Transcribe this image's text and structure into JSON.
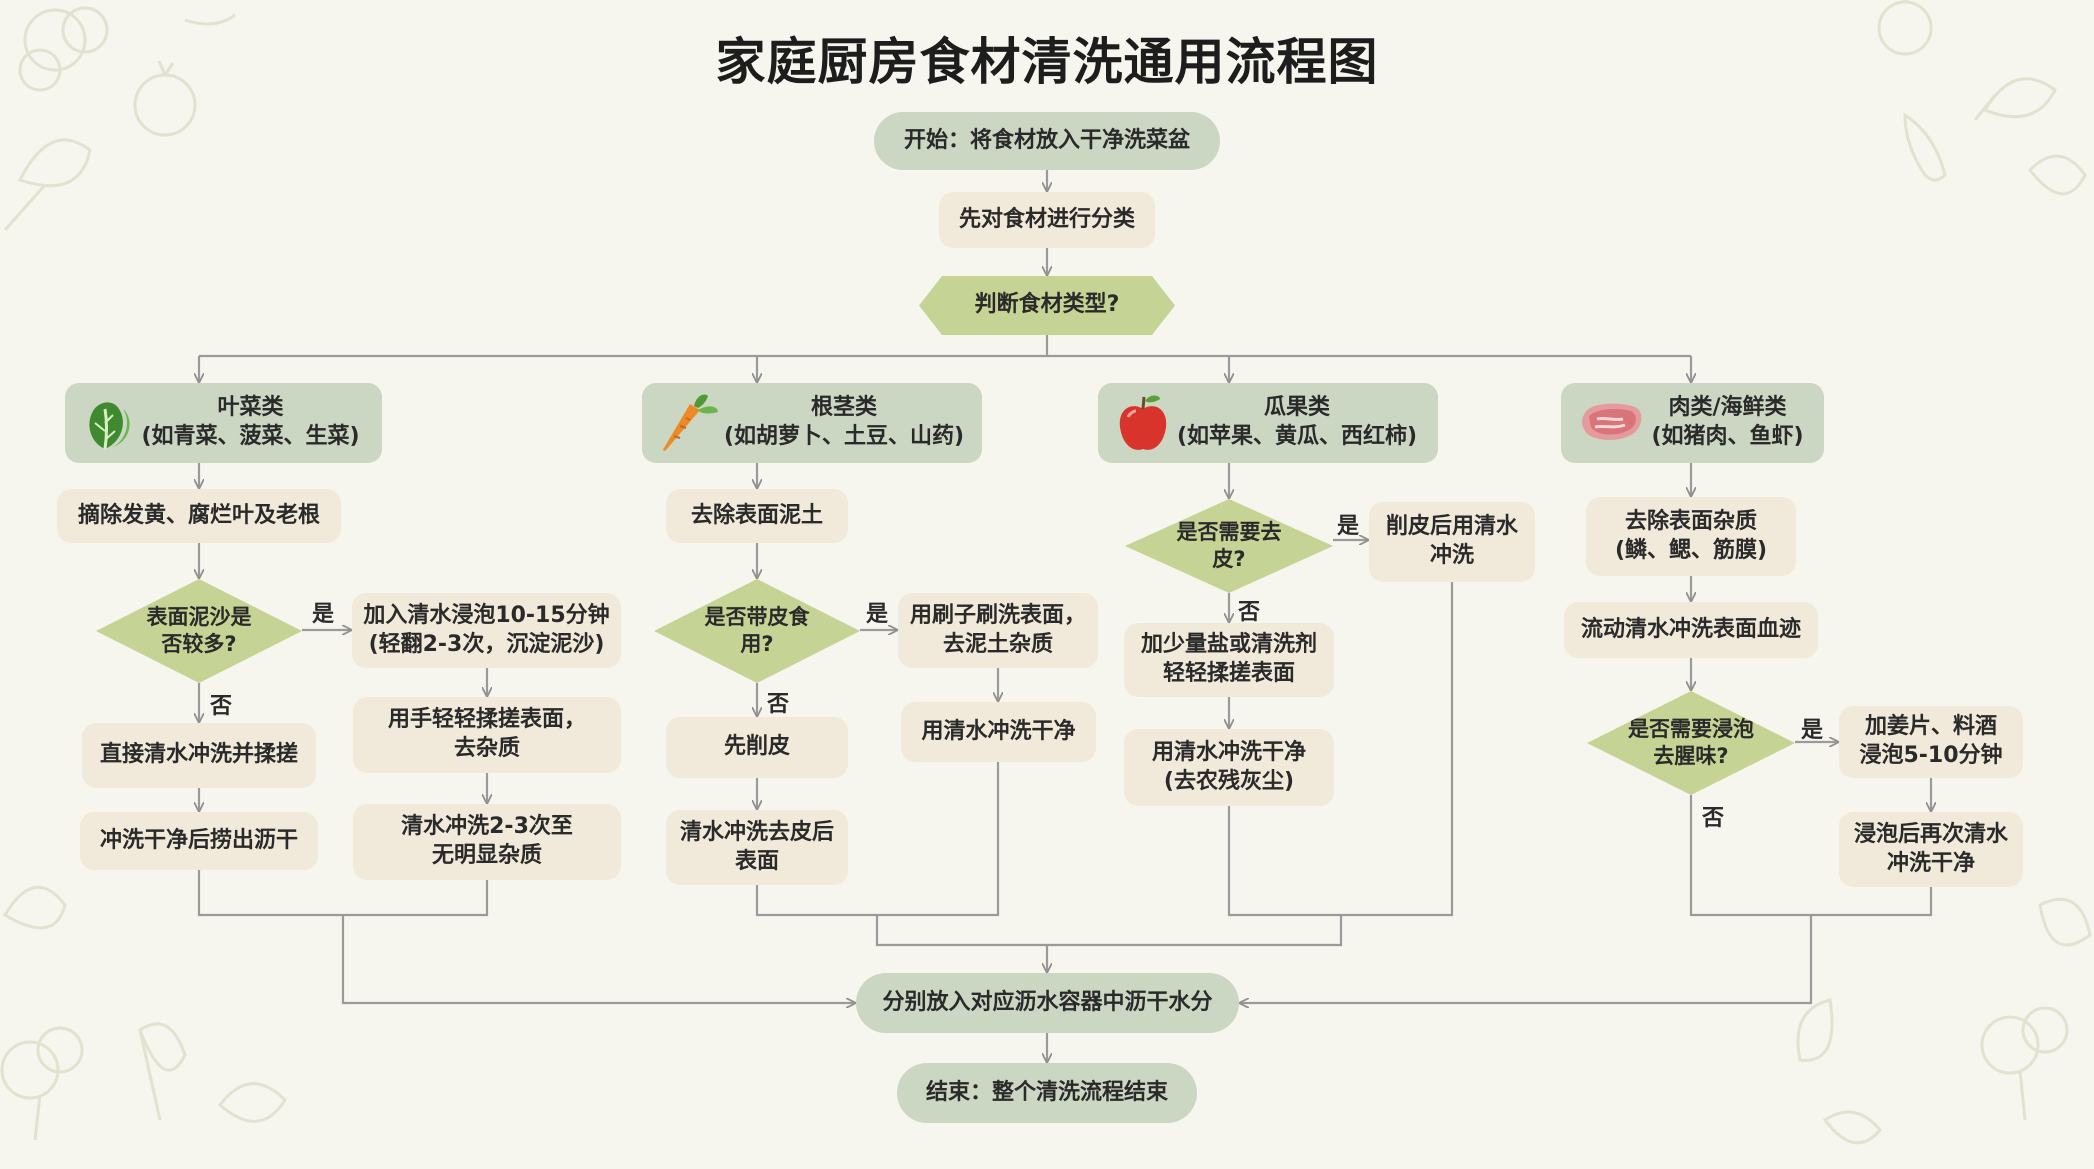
{
  "title": "家庭厨房食材清洗通用流程图",
  "colors": {
    "background": "#f7f6ee",
    "pill": "#cbd6c3",
    "box": "#f1eadb",
    "decision": "#c5d394",
    "connector": "#9a9a9a"
  },
  "flow": {
    "start": "开始：将食材放入干净洗菜盆",
    "classify": "先对食材进行分类",
    "judge": "判断食材类型?",
    "collect": "分别放入对应沥水容器中沥干水分",
    "end": "结束：整个清洗流程结束"
  },
  "branches": {
    "leafy": {
      "category": "叶菜类\n(如青菜、菠菜、生菜)",
      "icon": "leafy-greens-icon",
      "step1": "摘除发黄、腐烂叶及老根",
      "question": "表面泥沙是\n否较多?",
      "yes_1": "加入清水浸泡10-15分钟\n(轻翻2-3次，沉淀泥沙)",
      "yes_2": "用手轻轻揉搓表面，\n去杂质",
      "yes_3": "清水冲洗2-3次至\n无明显杂质",
      "no_1": "直接清水冲洗并揉搓",
      "no_2": "冲洗干净后捞出沥干"
    },
    "root": {
      "category": "根茎类\n(如胡萝卜、土豆、山药)",
      "icon": "carrot-icon",
      "step1": "去除表面泥土",
      "question": "是否带皮食\n用?",
      "yes_1": "用刷子刷洗表面，\n去泥土杂质",
      "yes_2": "用清水冲洗干净",
      "no_1": "先削皮",
      "no_2": "清水冲洗去皮后\n表面"
    },
    "fruit": {
      "category": "瓜果类\n(如苹果、黄瓜、西红柿)",
      "icon": "apple-icon",
      "question": "是否需要去\n皮?",
      "yes_1": "削皮后用清水\n冲洗",
      "no_1": "加少量盐或清洗剂\n轻轻揉搓表面",
      "no_2": "用清水冲洗干净\n(去农残灰尘)"
    },
    "meat": {
      "category": "肉类/海鲜类\n(如猪肉、鱼虾)",
      "icon": "meat-icon",
      "step1": "去除表面杂质\n(鳞、鳃、筋膜)",
      "step2": "流动清水冲洗表面血迹",
      "question": "是否需要浸泡\n去腥味?",
      "yes_1": "加姜片、料酒\n浸泡5-10分钟",
      "yes_2": "浸泡后再次清水\n冲洗干净"
    }
  },
  "answers": {
    "yes": "是",
    "no": "否"
  }
}
